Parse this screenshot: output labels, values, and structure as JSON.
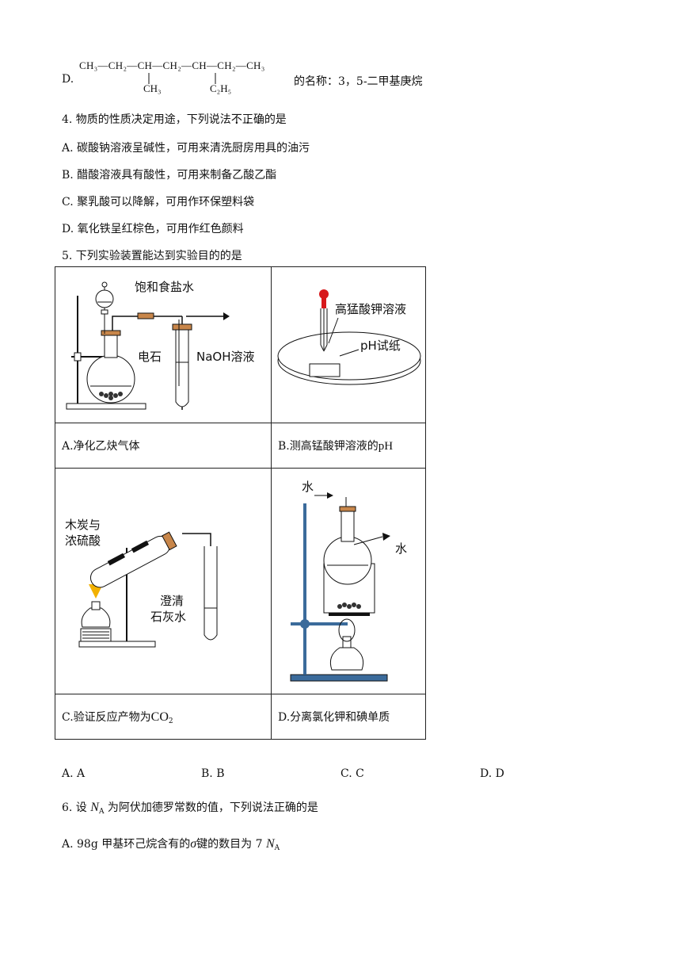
{
  "q3d": {
    "prefix": "D.",
    "main_chain": "CH₃—CH₂—CH—CH₂—CH—CH₂—CH₃",
    "branch1": "CH₃",
    "branch2": "C₂H₅",
    "suffix": "的名称：3，5-二甲基庚烷"
  },
  "q4": {
    "stem_before": "4. 物质的性质决定用途，下列说法",
    "stem_emph": "不正确",
    "stem_after": "的是",
    "options": [
      "A. 碳酸钠溶液呈碱性，可用来清洗厨房用具的油污",
      "B. 醋酸溶液具有酸性，可用来制备乙酸乙酯",
      "C. 聚乳酸可以降解，可用作环保塑料袋",
      "D. 氧化铁呈红棕色，可用作红色颜料"
    ]
  },
  "q5": {
    "stem": "5. 下列实验装置能达到实验目的的是",
    "figA": {
      "label1": "饱和食盐水",
      "label2": "电石",
      "label3": "NaOH溶液"
    },
    "figB": {
      "label1": "高猛酸钾溶液",
      "label2": "pH试纸"
    },
    "figC": {
      "label1": "木炭与",
      "label2": "浓硫酸",
      "label3": "澄清",
      "label4": "石灰水"
    },
    "figD": {
      "label1": "水",
      "label2": "水"
    },
    "captionA": "A.净化乙炔气体",
    "captionB_text": "B.测高锰酸钾溶液的",
    "captionB_formula": "pH",
    "captionC_text": "C.验证反应产物为",
    "captionC_formula": "CO",
    "captionC_sub": "2",
    "captionD": "D.分离氯化钾和碘单质",
    "choices": [
      "A. A",
      "B. B",
      "C. C",
      "D. D"
    ]
  },
  "q6": {
    "stem_before": "6. 设",
    "symbol": "N",
    "symbol_sub": "A",
    "stem_after": "为阿伏加德罗常数的值，下列说法正确的是",
    "optA_before": "A. 98g 甲基环己烷含有的",
    "optA_sigma": "σ",
    "optA_mid": "键的数目为 7",
    "optA_sym": "N",
    "optA_sub": "A"
  }
}
